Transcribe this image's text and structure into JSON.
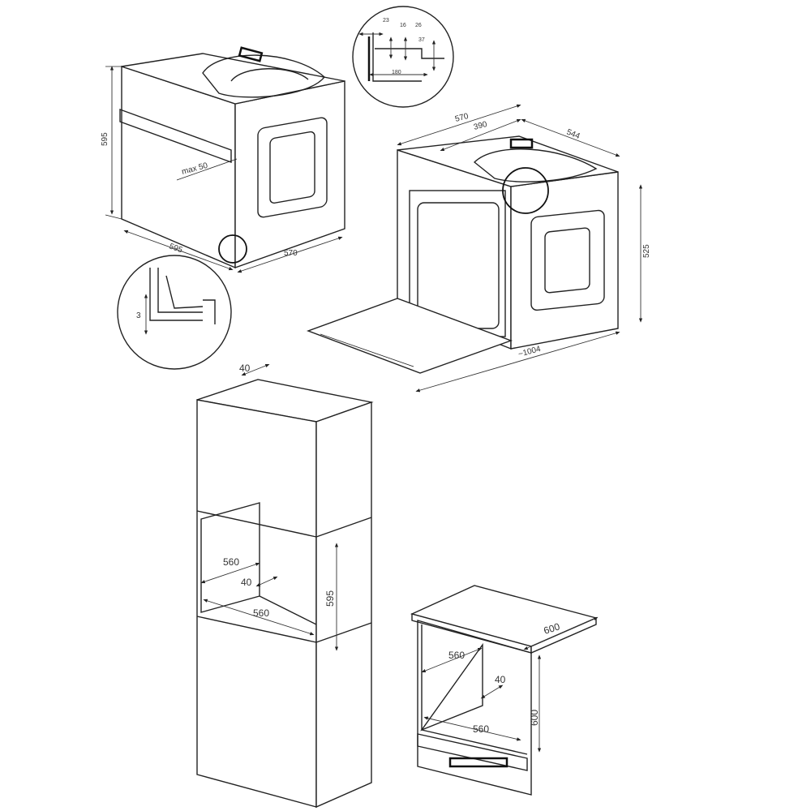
{
  "oven_side_view": {
    "height_label": "595",
    "door_gap_label": "max 50",
    "width_label": "595",
    "depth_label": "570"
  },
  "detail_bottom": {
    "gap_label": "3"
  },
  "detail_top": {
    "labels": [
      "23",
      "16",
      "26",
      "37",
      "180"
    ]
  },
  "oven_open_view": {
    "depth_label": "570",
    "inner_depth_label": "390",
    "side_label": "544",
    "height_label": "525",
    "open_depth_label": "~1004"
  },
  "tall_cabinet": {
    "top_gap_label": "40",
    "depth_label": "560",
    "rear_gap_label": "40",
    "width_label": "560",
    "height_label": "595"
  },
  "under_counter": {
    "counter_depth_label": "600",
    "depth_label": "560",
    "rear_gap_label": "40",
    "height_label": "600",
    "width_label": "560"
  }
}
